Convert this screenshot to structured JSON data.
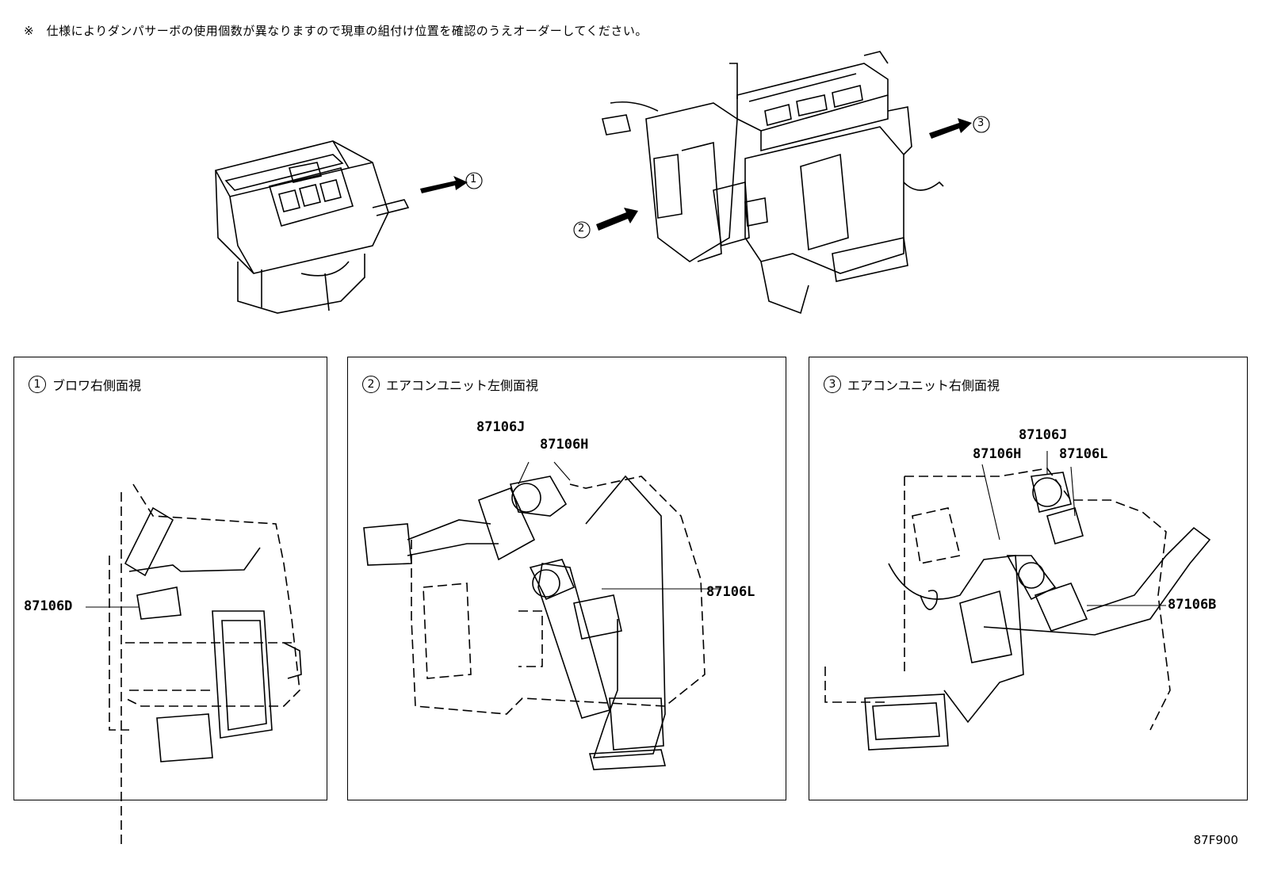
{
  "note": "※　仕様によりダンパサーボの使用個数が異なりますので現車の組付け位置を確認のうえオーダーしてください。",
  "callouts": {
    "c1": "1",
    "c2": "2",
    "c3": "3"
  },
  "panels": [
    {
      "num": "1",
      "title": "ブロワ右側面視"
    },
    {
      "num": "2",
      "title": "エアコンユニット左側面視"
    },
    {
      "num": "3",
      "title": "エアコンユニット右側面視"
    }
  ],
  "parts": {
    "p1_d": "87106D",
    "p2_j": "87106J",
    "p2_h": "87106H",
    "p2_l": "87106L",
    "p3_j": "87106J",
    "p3_h": "87106H",
    "p3_l": "87106L",
    "p3_b": "87106B"
  },
  "diagram_code": "87F900"
}
